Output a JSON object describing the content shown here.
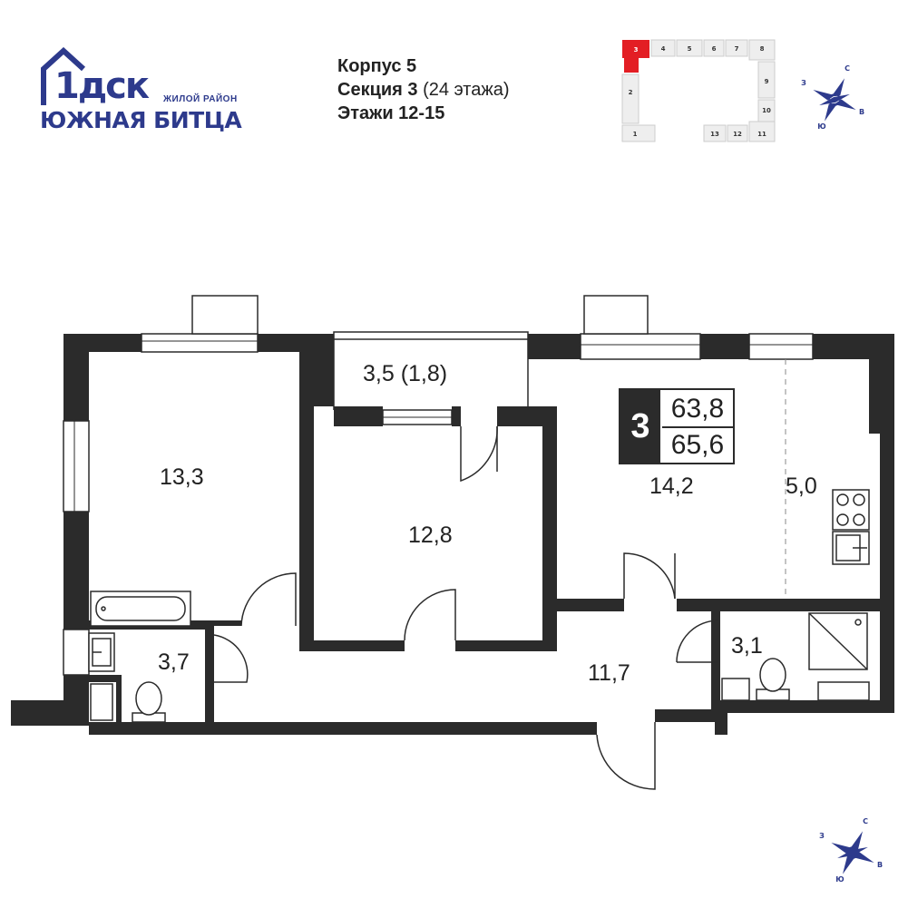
{
  "brand": {
    "logo_text": "1дск",
    "tagline": "ЖИЛОЙ РАЙОН",
    "name": "ЮЖНАЯ БИТЦА",
    "color": "#2d3a8c"
  },
  "building": {
    "korpus": "Корпус 5",
    "section_label": "Секция 3",
    "section_floors": "(24 этажа)",
    "floors": "Этажи 12-15"
  },
  "keyplan": {
    "highlight_color": "#e31e24",
    "sections": [
      "3",
      "4",
      "5",
      "6",
      "7",
      "8",
      "9",
      "10",
      "2",
      "1",
      "13",
      "12",
      "11"
    ]
  },
  "compass": {
    "n": "С",
    "s": "Ю",
    "w": "З",
    "e": "В",
    "color": "#2d3a8c"
  },
  "apartment": {
    "rooms": "3",
    "area_total": "63,8",
    "area_with_balcony": "65,6"
  },
  "rooms": {
    "r1": "13,3",
    "r2": "3,5 (1,8)",
    "r3": "12,8",
    "r4": "14,2",
    "r5": "5,0",
    "r6": "3,7",
    "r7": "11,7",
    "r8": "3,1"
  },
  "colors": {
    "wall": "#2b2b2b",
    "text": "#222222"
  }
}
